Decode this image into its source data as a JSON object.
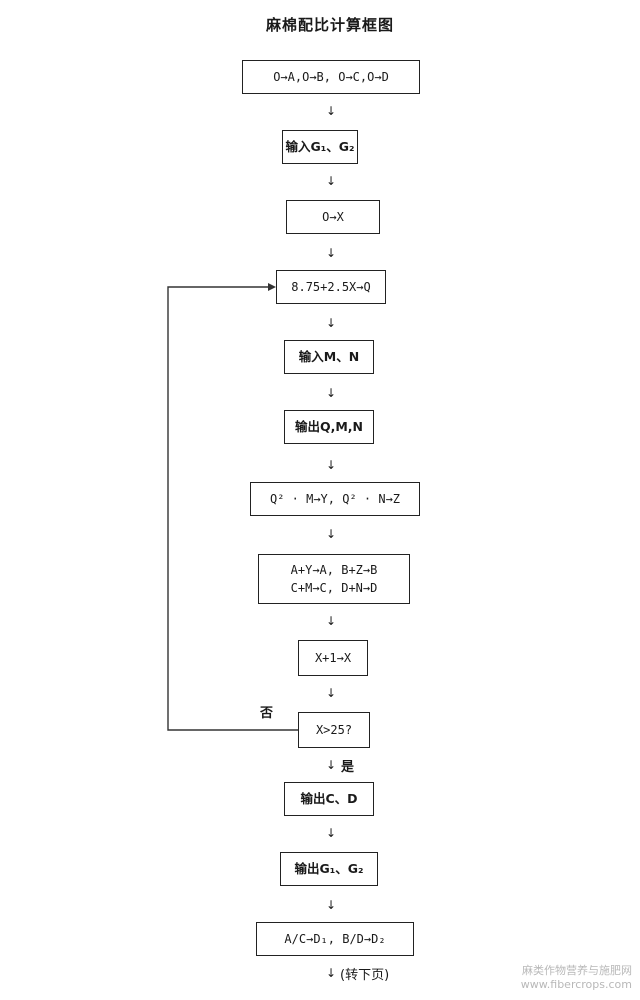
{
  "title": "麻棉配比计算框图",
  "steps": {
    "init": "O→A,O→B, O→C,O→D",
    "input_g": "输入G₁、G₂",
    "x_zero": "O→X",
    "calc_q": "8.75+2.5X→Q",
    "input_mn": "输入M、N",
    "output_qmn": "输出Q,M,N",
    "calc_yz": "Q² · M→Y, Q² · N→Z",
    "accum_line1": "A+Y→A, B+Z→B",
    "accum_line2": "C+M→C, D+N→D",
    "inc_x": "X+1→X",
    "decision": "X>25?",
    "output_cd": "输出C、D",
    "output_g": "输出G₁、G₂",
    "final": "A/C→D₁, B/D→D₂"
  },
  "labels": {
    "no": "否",
    "yes": "是",
    "continue": "(转下页)"
  },
  "watermark": {
    "line1": "麻类作物营养与施肥网",
    "line2": "www.fibercrops.com"
  }
}
